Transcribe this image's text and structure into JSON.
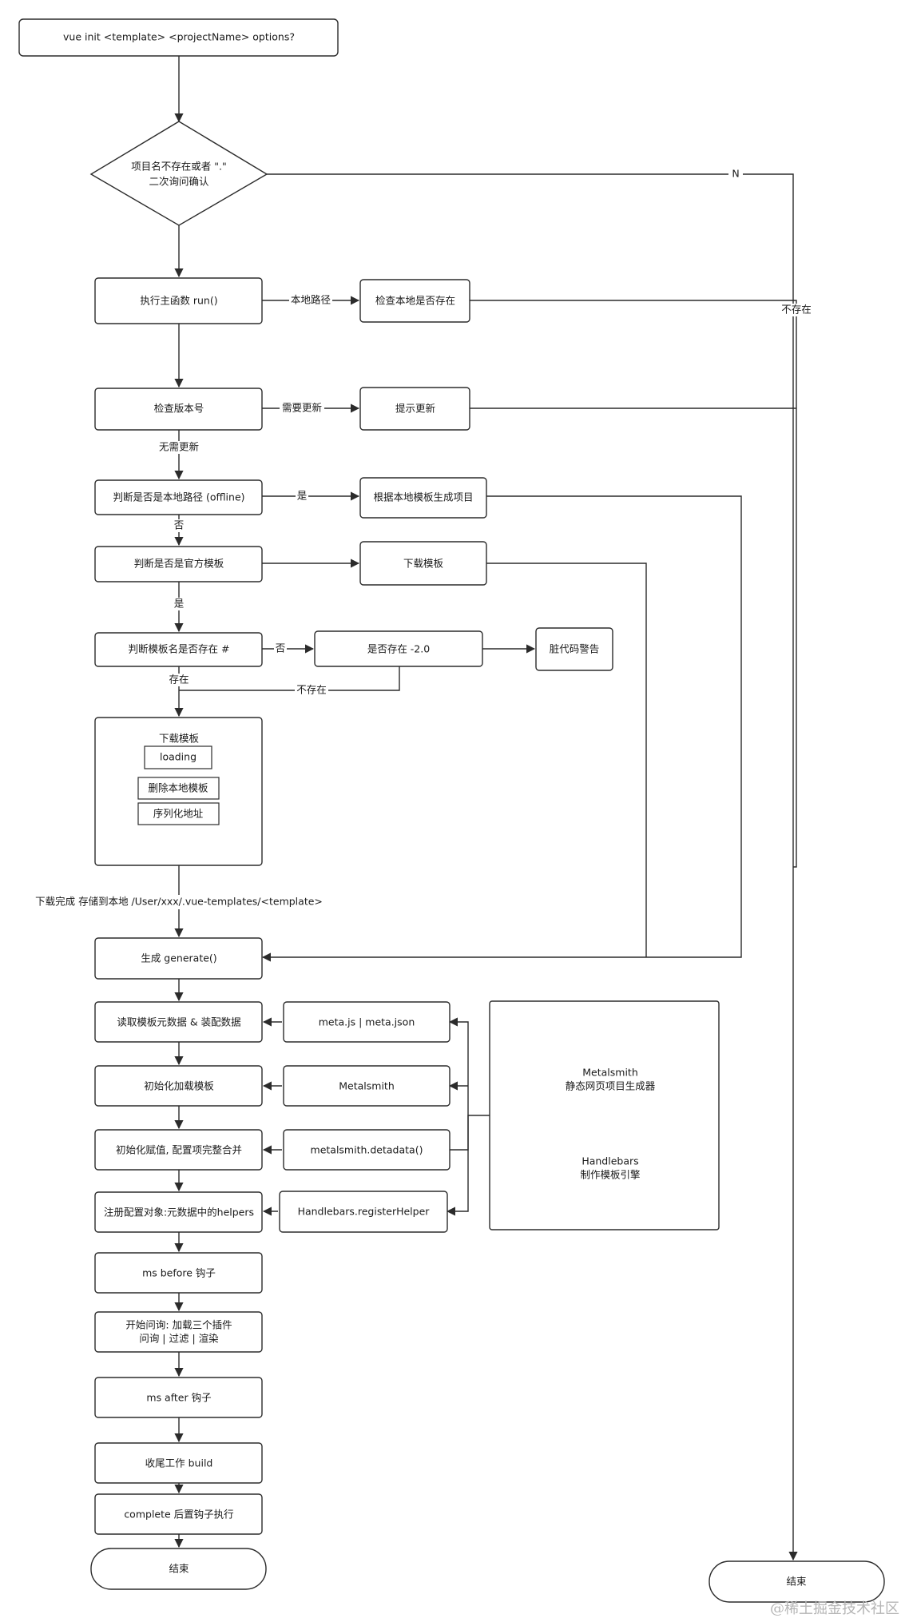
{
  "nodes": {
    "start": "vue init <template> <projectName> options?",
    "confirm": [
      "项目名不存在或者 \".\"",
      "二次询问确认"
    ],
    "run": "执行主函数 run()",
    "check_local": "检查本地是否存在",
    "check_version": "检查版本号",
    "prompt_update": "提示更新",
    "is_local_path": "判断是否是本地路径 (offline)",
    "gen_local": "根据本地模板生成项目",
    "is_official": "判断是否是官方模板",
    "download_tpl": "下载模板",
    "has_hash": "判断模板名是否存在 #",
    "has_2_0": "是否存在 -2.0",
    "dirty_warning": "脏代码警告",
    "download_box": {
      "title": "下载模板",
      "loading": "loading",
      "delete_local": "删除本地模板",
      "serialize": "序列化地址"
    },
    "generate": "生成 generate()",
    "read_meta": "读取模板元数据 & 装配数据",
    "init_tpl": "初始化加载模板",
    "init_assign": "初始化赋值, 配置项完整合并",
    "register": "注册配置对象:元数据中的helpers",
    "ms_before": "ms before 钩子",
    "ask": [
      "开始问询: 加载三个插件",
      "问询 | 过滤 | 渲染"
    ],
    "ms_after": "ms after 钩子",
    "build": "收尾工作 build",
    "complete": "complete 后置钩子执行",
    "end_left": "结束",
    "end_right": "结束",
    "meta_js": "meta.js | meta.json",
    "metalsmith": "Metalsmith",
    "metadata": "metalsmith.detadata()",
    "helper": "Handlebars.registerHelper",
    "note": {
      "metalsmith_name": "Metalsmith",
      "metalsmith_desc": "静态网页项目生成器",
      "handlebars_name": "Handlebars",
      "handlebars_desc": "制作模板引擎"
    }
  },
  "edges": {
    "n": "N",
    "not_exist": "不存在",
    "local_path": "本地路径",
    "need_update": "需要更新",
    "no_update": "无需更新",
    "yes1": "是",
    "no1": "否",
    "yes2": "是",
    "no2": "否",
    "exists": "存在",
    "not_exist2": "不存在",
    "download_done": "下载完成 存储到本地 /User/xxx/.vue-templates/<template>"
  },
  "watermark": "@稀土掘金技术社区"
}
